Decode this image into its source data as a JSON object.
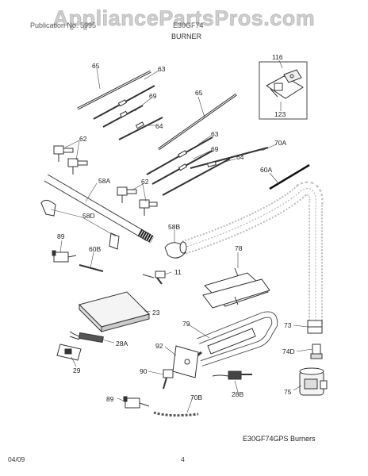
{
  "watermark": "AppliancePartsPros.com",
  "header": {
    "model_left": "Publication No. 5995",
    "model_right": "E30GF74"
  },
  "section_title": "BURNER",
  "caption": "E30GF74GPS Burners",
  "footer": {
    "date": "04/09",
    "page": "4"
  },
  "part_labels": [
    "65",
    "63",
    "69",
    "64",
    "116",
    "123",
    "65",
    "62",
    "63",
    "70A",
    "69",
    "64",
    "58A",
    "62",
    "60A",
    "58D",
    "58B",
    "89",
    "60B",
    "11",
    "78",
    "23",
    "28A",
    "79",
    "73",
    "92",
    "74D",
    "29",
    "90",
    "28B",
    "75",
    "89",
    "70B"
  ]
}
